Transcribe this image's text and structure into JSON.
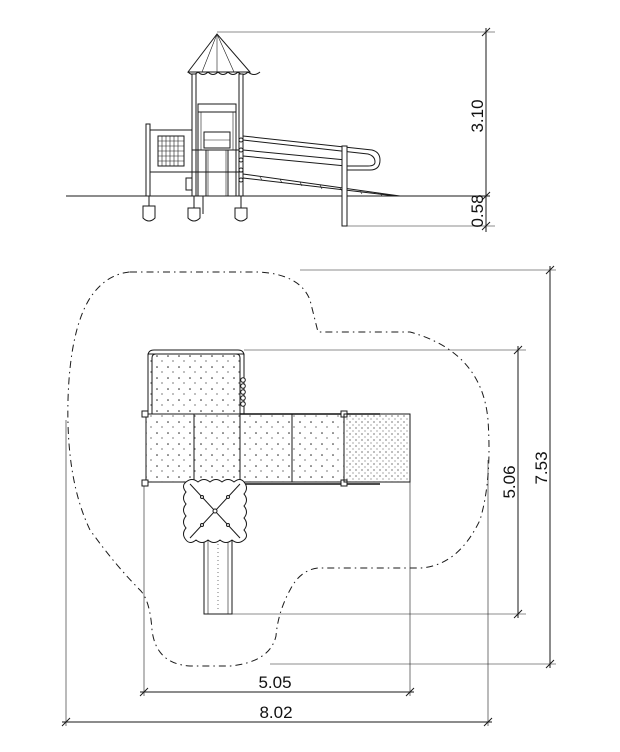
{
  "dimensions": {
    "elevation_height": "3.10",
    "elevation_depth": "0.58",
    "plan_depth_inner": "5.06",
    "plan_depth_outer": "7.53",
    "plan_width_inner": "5.05",
    "plan_width_outer": "8.02"
  }
}
